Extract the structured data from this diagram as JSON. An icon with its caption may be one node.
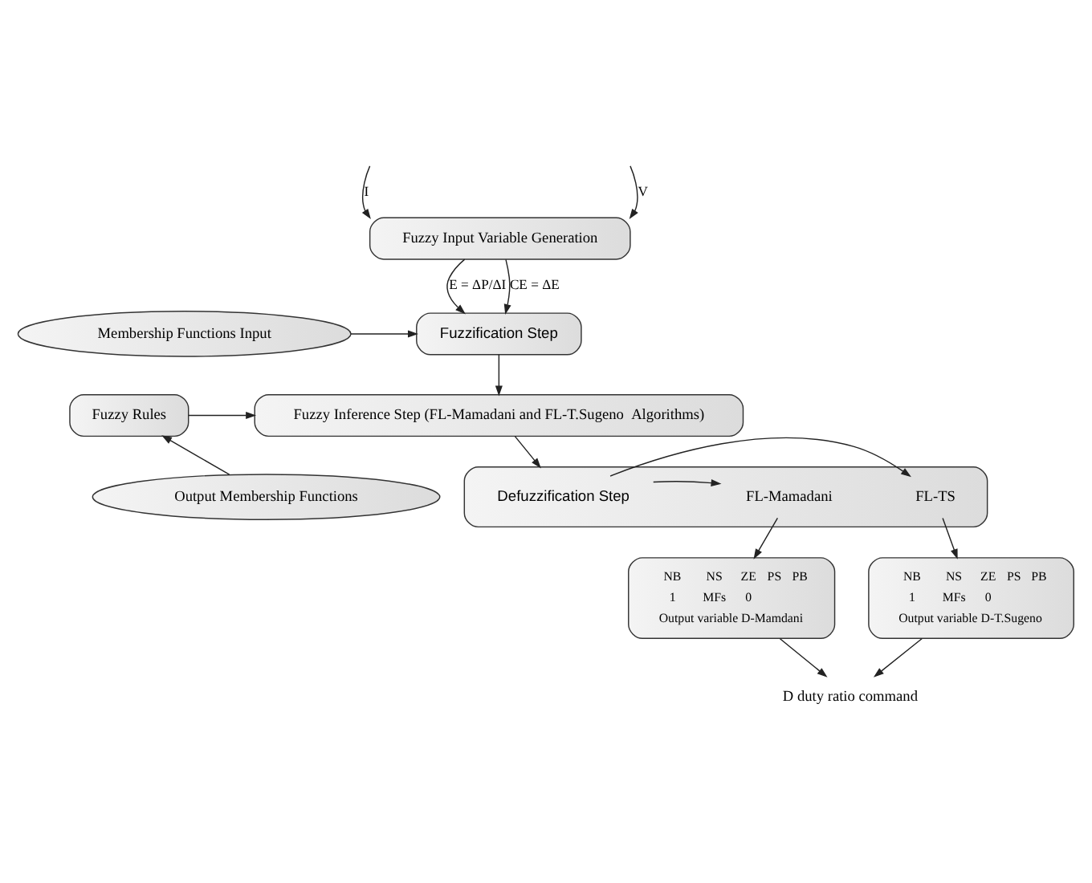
{
  "diagram": {
    "nodes": [
      {
        "text": [
          "Fuzzy Input Variable Generation"
        ]
      },
      {
        "text": [
          "Membership Functions Input"
        ]
      },
      {
        "text": [
          "Fuzzification Step"
        ]
      },
      {
        "text": [
          "Fuzzy Rules"
        ]
      },
      {
        "text": [
          "Fuzzy Inference Step (FL-Mamadani and FL-T.Sugeno  Algorithms)"
        ]
      },
      {
        "text": [
          "Output Membership Functions"
        ]
      },
      {
        "text": [
          "Defuzzification Step"
        ]
      },
      {
        "text": [
          "FL-Mamadani"
        ],
        "in": 6
      },
      {
        "text": [
          "FL-TS"
        ],
        "in": 6
      },
      {
        "text": [
          "NB",
          "NS",
          "ZE",
          "PS",
          "PB",
          "1",
          "MFs",
          "0",
          "Output variable D-Mamdani"
        ]
      },
      {
        "text": [
          "NB",
          "NS",
          "ZE",
          "PS",
          "PB",
          "1",
          "MFs",
          "0",
          "Output variable D-T.Sugeno"
        ]
      },
      {
        "text": [
          "D duty ratio command"
        ]
      }
    ],
    "edges": [
      {
        "from": null,
        "to": 0,
        "arrow": "to",
        "label": "I"
      },
      {
        "from": null,
        "to": 0,
        "arrow": "to",
        "label": "V"
      },
      {
        "from": 0,
        "to": 2,
        "arrow": "to",
        "label": "E = ΔP/ΔI"
      },
      {
        "from": 0,
        "to": 2,
        "arrow": "to",
        "label": "CE = ΔE"
      },
      {
        "from": 1,
        "to": 2,
        "arrow": "to"
      },
      {
        "from": 2,
        "to": 4,
        "arrow": "to"
      },
      {
        "from": 3,
        "to": 4,
        "arrow": "to"
      },
      {
        "from": 5,
        "to": 3,
        "arrow": "to"
      },
      {
        "from": 4,
        "to": 6,
        "arrow": "to"
      },
      {
        "from": 6,
        "to": 7,
        "arrow": "to"
      },
      {
        "from": 6,
        "to": 8,
        "arrow": "to"
      },
      {
        "from": 7,
        "to": 9,
        "arrow": "to"
      },
      {
        "from": 8,
        "to": 10,
        "arrow": "to"
      },
      {
        "from": 9,
        "to": 11,
        "arrow": "to"
      },
      {
        "from": 10,
        "to": 11,
        "arrow": "to"
      }
    ]
  }
}
